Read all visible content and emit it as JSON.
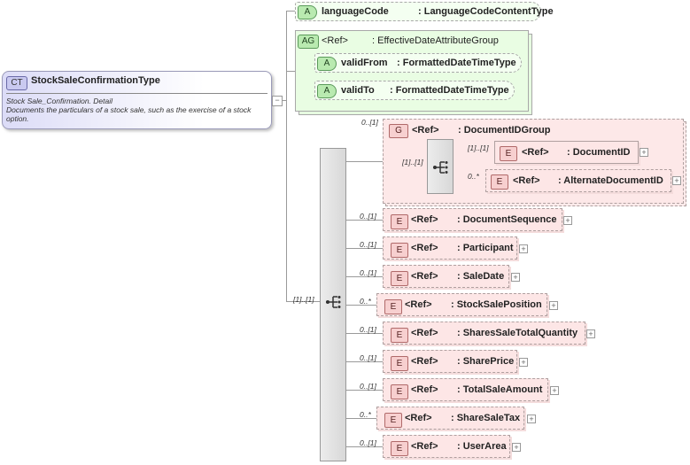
{
  "complex_type": {
    "badge": "CT",
    "name": "StockSaleConfirmationType",
    "doc_line1": "Stock Sale_Confirmation. Detail",
    "doc_line2": "Documents the particulars of a stock sale, such as the exercise of a stock option."
  },
  "attributes": {
    "language_code": {
      "badge": "A",
      "name": "languageCode",
      "type": ": LanguageCodeContentType"
    },
    "attribute_group": {
      "badge": "AG",
      "ref": "<Ref>",
      "name": ": EffectiveDateAttributeGroup"
    },
    "valid_from": {
      "badge": "A",
      "name": "validFrom",
      "type": ": FormattedDateTimeType"
    },
    "valid_to": {
      "badge": "A",
      "name": "validTo",
      "type": ": FormattedDateTimeType"
    }
  },
  "sequence_main": {
    "cardinality": "[1]..[1]"
  },
  "group": {
    "badge": "G",
    "ref": "<Ref>",
    "name": ": DocumentIDGroup",
    "cardinality": "0..[1]",
    "sequence_cardinality": "[1]..[1]",
    "children": [
      {
        "badge": "E",
        "ref": "<Ref>",
        "name": ": DocumentID",
        "cardinality": "[1]..[1]"
      },
      {
        "badge": "E",
        "ref": "<Ref>",
        "name": ": AlternateDocumentID",
        "cardinality": "0..*"
      }
    ]
  },
  "elements": [
    {
      "badge": "E",
      "ref": "<Ref>",
      "name": ": DocumentSequence",
      "cardinality": "0..[1]"
    },
    {
      "badge": "E",
      "ref": "<Ref>",
      "name": ": Participant",
      "cardinality": "0..[1]"
    },
    {
      "badge": "E",
      "ref": "<Ref>",
      "name": ": SaleDate",
      "cardinality": "0..[1]"
    },
    {
      "badge": "E",
      "ref": "<Ref>",
      "name": ": StockSalePosition",
      "cardinality": "0..*"
    },
    {
      "badge": "E",
      "ref": "<Ref>",
      "name": ": SharesSaleTotalQuantity",
      "cardinality": "0..[1]"
    },
    {
      "badge": "E",
      "ref": "<Ref>",
      "name": ": SharePrice",
      "cardinality": "0..[1]"
    },
    {
      "badge": "E",
      "ref": "<Ref>",
      "name": ": TotalSaleAmount",
      "cardinality": "0..[1]"
    },
    {
      "badge": "E",
      "ref": "<Ref>",
      "name": ": ShareSaleTax",
      "cardinality": "0..*"
    },
    {
      "badge": "E",
      "ref": "<Ref>",
      "name": ": UserArea",
      "cardinality": "0..[1]"
    }
  ],
  "icons": {
    "expand": "+",
    "collapse": "−",
    "sequence": "sequence-icon"
  }
}
